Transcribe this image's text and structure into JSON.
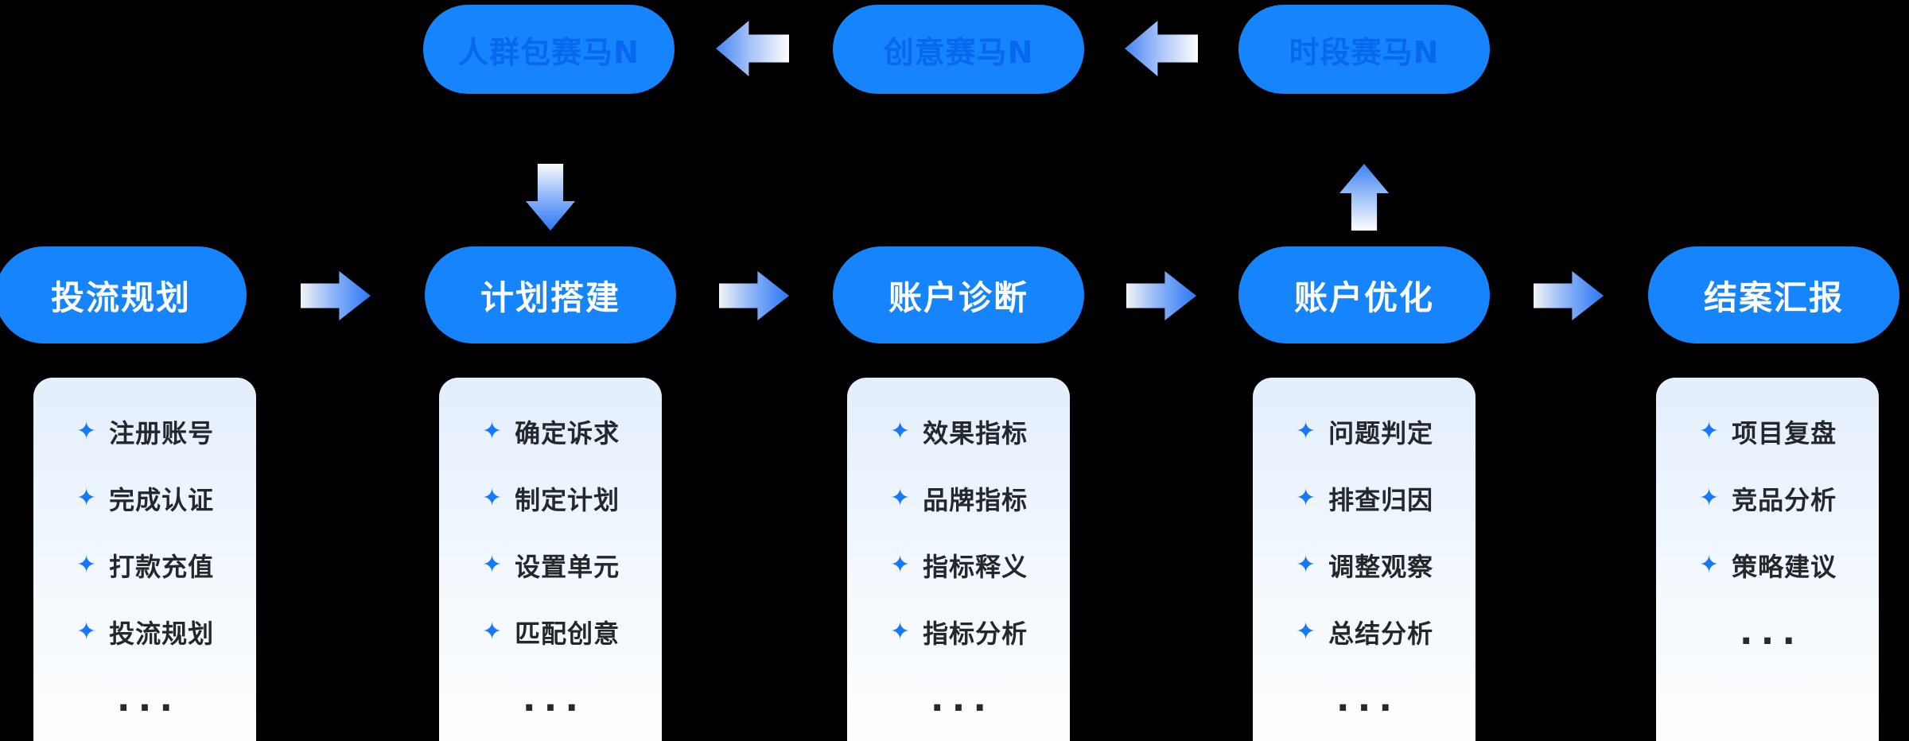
{
  "background": "#000000",
  "colors": {
    "pill_blue": "#1684FC",
    "top_pill_text_blue": "#0768EE",
    "main_pill_text": "#FFFFFF",
    "bullet_blue": "#1778FC",
    "item_text": "#24272C",
    "card_gradient_top": "#E3EEFC",
    "card_gradient_bottom": "#FFFFFF",
    "arrow_blue": "#2B76F8",
    "arrow_light": "#F2F4F5"
  },
  "top_row": {
    "nodes": [
      {
        "label": "人群包赛马N"
      },
      {
        "label": "创意赛马N"
      },
      {
        "label": "时段赛马N"
      }
    ]
  },
  "flow": {
    "stages": [
      {
        "label": "投流规划",
        "items": [
          "注册账号",
          "完成认证",
          "打款充值",
          "投流规划"
        ]
      },
      {
        "label": "计划搭建",
        "items": [
          "确定诉求",
          "制定计划",
          "设置单元",
          "匹配创意"
        ]
      },
      {
        "label": "账户诊断",
        "items": [
          "效果指标",
          "品牌指标",
          "指标释义",
          "指标分析"
        ]
      },
      {
        "label": "账户优化",
        "items": [
          "问题判定",
          "排查归因",
          "调整观察",
          "总结分析"
        ]
      },
      {
        "label": "结案汇报",
        "items": [
          "项目复盘",
          "竞品分析",
          "策略建议"
        ]
      }
    ]
  },
  "icons": {
    "bullet": "✦"
  },
  "ellipsis": "..."
}
